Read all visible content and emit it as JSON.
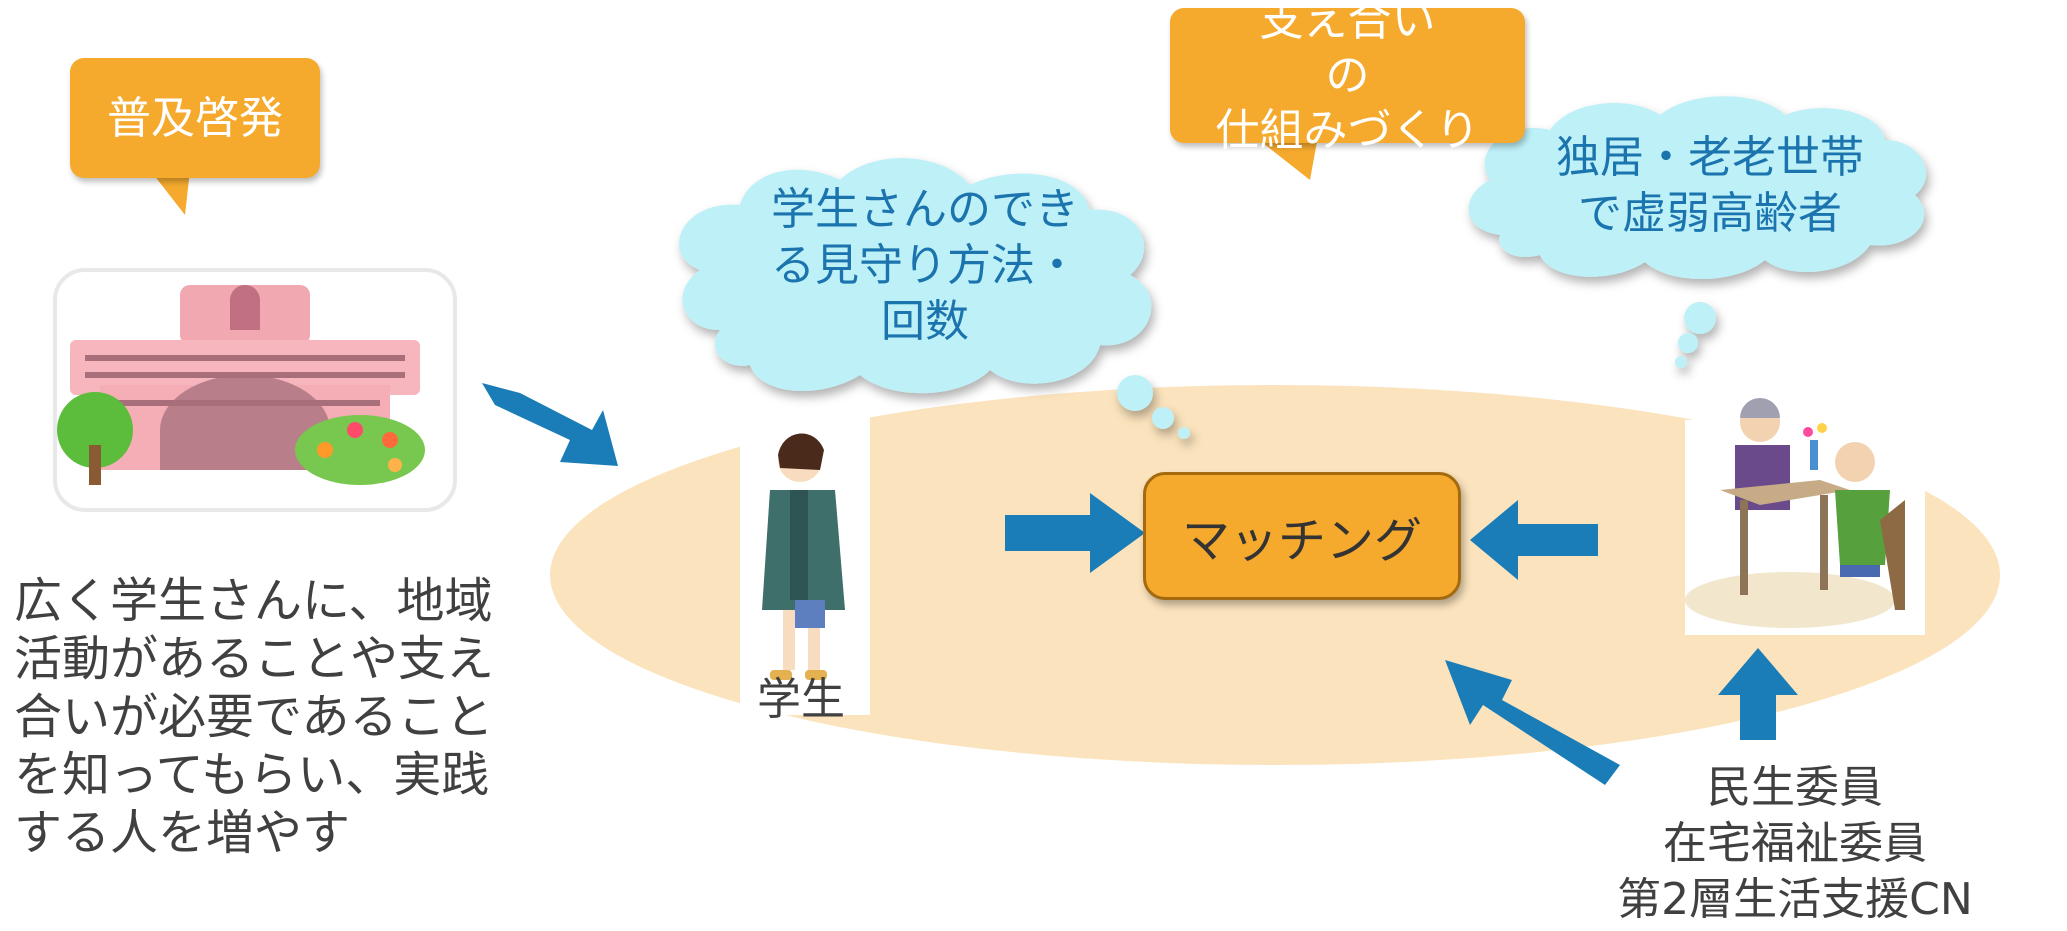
{
  "callouts": {
    "promotion": "普及啓発",
    "mutual_support": "支え合い\nの\n仕組みづくり"
  },
  "clouds": {
    "student_monitoring": "学生さんのでき\nる見守り方法・\n回数",
    "elderly": "独居・老老世帯\nで虚弱高齢者"
  },
  "left_text": "広く学生さんに、地域\n活動があることや支え\n合いが必要であること\nを知ってもらい、実践\nする人を増やす",
  "student_label": "学生",
  "matching_label": "マッチング",
  "supporters": "民生委員\n在宅福祉委員\n第2層生活支援CN",
  "colors": {
    "callout": "#f5aa2e",
    "cloud": "#bdf0f7",
    "cloud_text": "#1b74ae",
    "arrow": "#1a7db8",
    "ellipse": "#fbe3bd"
  }
}
